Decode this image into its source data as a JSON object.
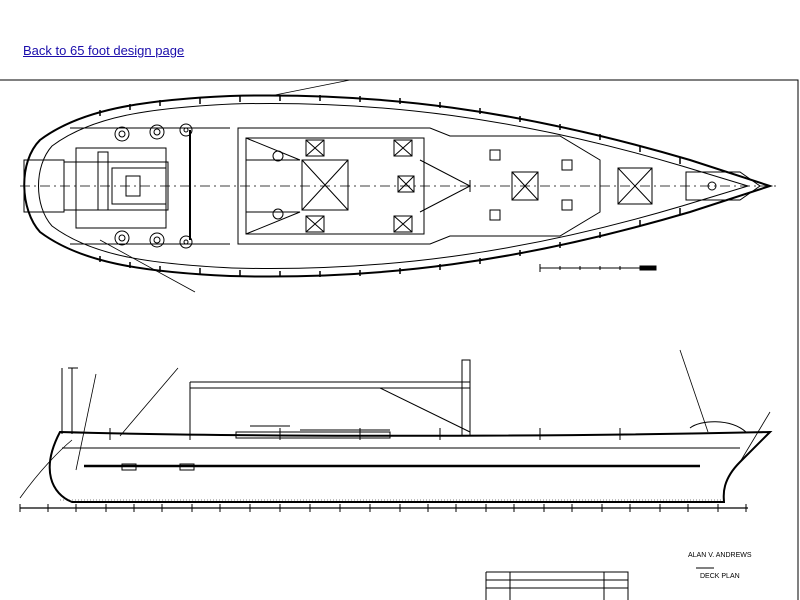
{
  "link": {
    "back_label": "Back to 65 foot design page"
  },
  "title_block": {
    "designer": "ALAN V. ANDREWS",
    "sheet": "DECK PLAN"
  },
  "colors": {
    "link": "#1a0dab",
    "line": "#000000",
    "background": "#ffffff"
  }
}
